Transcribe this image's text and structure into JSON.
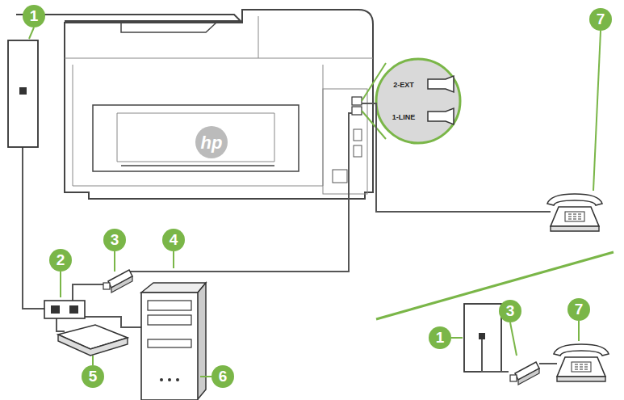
{
  "diagram": {
    "labels": [
      "1",
      "2",
      "3",
      "4",
      "5",
      "6",
      "2-EXT",
      "1-LINE",
      "7",
      "1",
      "3",
      "7"
    ]
  }
}
